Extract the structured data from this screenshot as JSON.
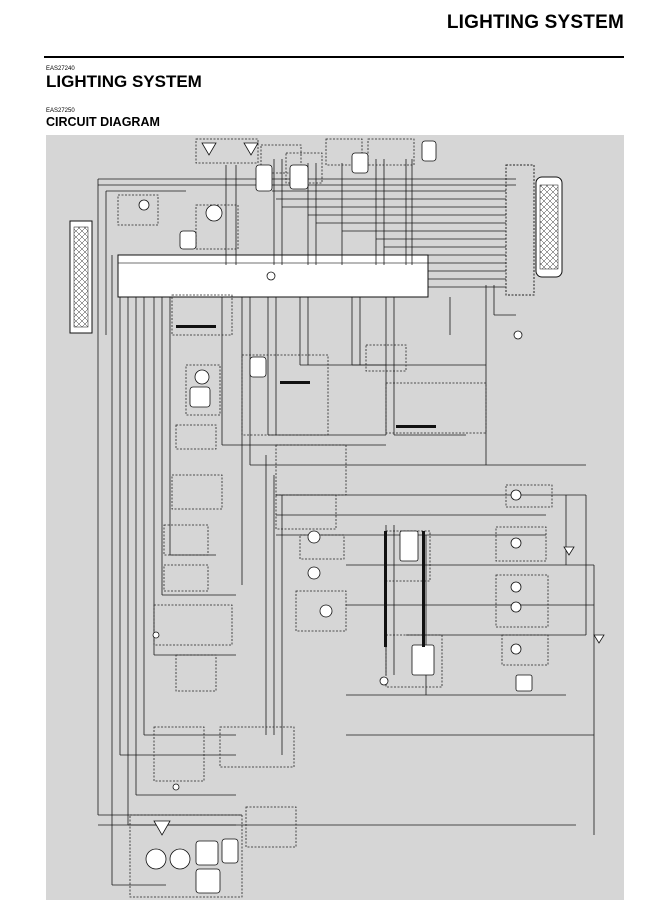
{
  "header": {
    "running_head": "LIGHTING SYSTEM"
  },
  "section": {
    "code": "EAS27240",
    "title": "LIGHTING SYSTEM"
  },
  "subsection": {
    "code": "EAS27250",
    "title": "CIRCUIT DIAGRAM"
  },
  "colors": {
    "diagram_background": "#d6d6d6",
    "wire": "#1a1a1a",
    "box_border": "#222222",
    "page_background": "#ffffff"
  }
}
